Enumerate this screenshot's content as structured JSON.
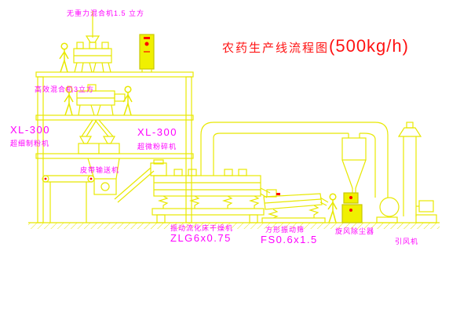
{
  "title": {
    "main": "农药生产线流程图",
    "capacity": "(500kg/h)"
  },
  "labels": {
    "top_mixer": "无重力混合机1.5 立方",
    "floor2_mixer": "高效混合机3立方",
    "mill_left_model": "XL-300",
    "mill_left_name": "超细制粉机",
    "mill_center_model": "XL-300",
    "mill_center_name": "超微粉碎机",
    "belt_conveyor": "皮带输送机",
    "dryer_name": "振动流化床干燥机",
    "dryer_model": "ZLG6x0.75",
    "screen_name": "方形振动筛",
    "screen_model": "FS0.6x1.5",
    "cyclone": "旋风除尘器",
    "fan": "引风机"
  },
  "colors": {
    "drawing_line": "#e8e800",
    "cabinet_fill": "#f0f000",
    "label_text": "#ff00ff",
    "title_text": "#ff1212",
    "indicator_dot": "#ff0000",
    "background": "#ffffff"
  }
}
